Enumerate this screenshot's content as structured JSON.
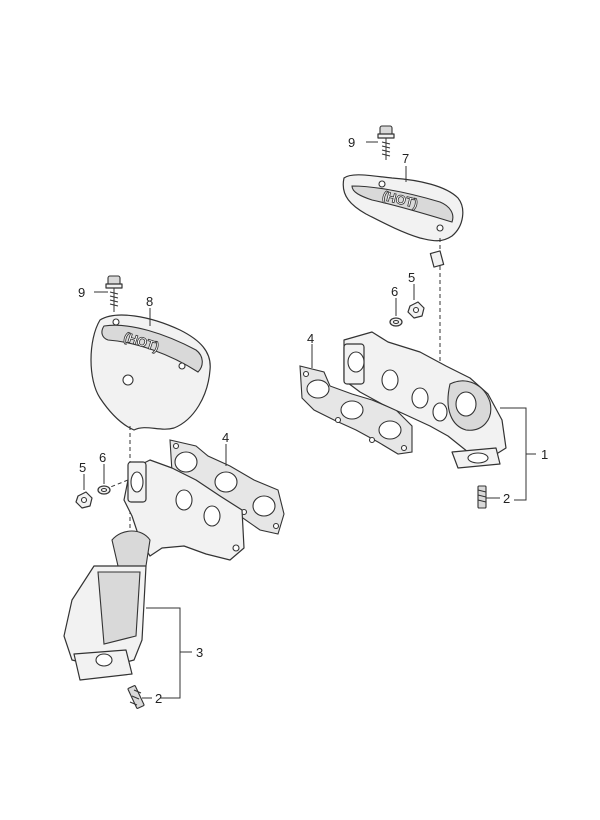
{
  "callouts": {
    "right_bolt": "9",
    "right_heat_shield": "7",
    "right_nut": "5",
    "right_washer": "6",
    "right_gasket": "4",
    "right_manifold": "1",
    "right_stud": "2",
    "left_bolt": "9",
    "left_heat_shield": "8",
    "left_gasket": "4",
    "left_washer": "6",
    "left_nut": "5",
    "left_manifold": "3",
    "left_stud": "2"
  },
  "embossed": {
    "left_shield_text": "(HOT)",
    "right_shield_text": "(HOT)"
  }
}
